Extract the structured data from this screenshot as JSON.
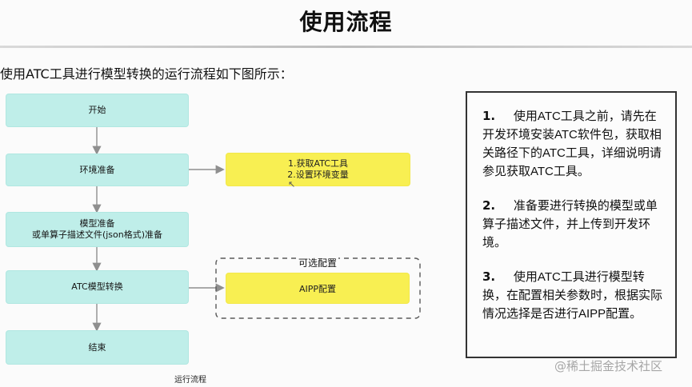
{
  "slide": {
    "title": "使用流程",
    "intro": "使用ATC工具进行模型转换的运行流程如下图所示："
  },
  "flow": {
    "start": "开始",
    "environment": "环境准备",
    "model_prep_line1": "模型准备",
    "model_prep_line2": "或单算子描述文件(json格式)准备",
    "atc_convert": "ATC模型转换",
    "end": "结束",
    "env_step_1": "1.获取ATC工具",
    "env_step_2": "2.设置环境变量",
    "optional_group": "可选配置",
    "aipp_config": "AIPP配置",
    "caption": "运行流程"
  },
  "notes": [
    {
      "num": "1.",
      "text": "使用ATC工具之前，请先在开发环境安装ATC软件包，获取相关路径下的ATC工具，详细说明请参见获取ATC工具。"
    },
    {
      "num": "2.",
      "text": "准备要进行转换的模型或单算子描述文件，并上传到开发环境。"
    },
    {
      "num": "3.",
      "text": "使用ATC工具进行模型转换，在配置相关参数时，根据实际情况选择是否进行AIPP配置。"
    }
  ],
  "watermark": "@稀土掘金技术社区",
  "icons": {
    "cursor": "mouse-cursor-icon"
  },
  "colors": {
    "teal_box": "#bfeee9",
    "yellow_box": "#f8ef52"
  }
}
